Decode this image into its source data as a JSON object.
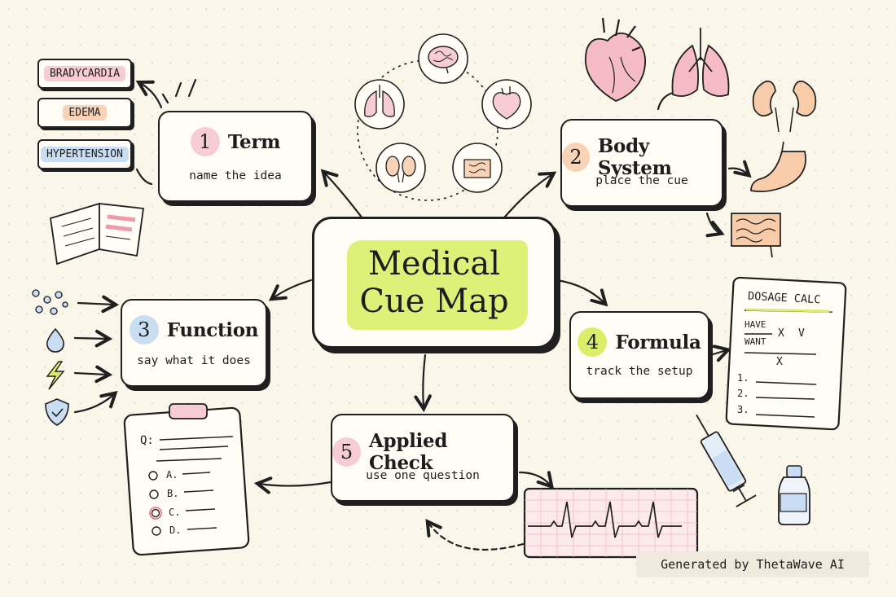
{
  "center": {
    "line1": "Medical",
    "line2": "Cue Map"
  },
  "nodes": [
    {
      "num": "1",
      "title": "Term",
      "subtitle": "name the idea",
      "color": "#f7cdd3"
    },
    {
      "num": "2",
      "title": "Body System",
      "subtitle": "place the cue",
      "color": "#f8d3b5"
    },
    {
      "num": "3",
      "title": "Function",
      "subtitle": "say what it does",
      "color": "#c9def2"
    },
    {
      "num": "4",
      "title": "Formula",
      "subtitle": "track the setup",
      "color": "#d9ef6a"
    },
    {
      "num": "5",
      "title": "Applied Check",
      "subtitle": "use one question",
      "color": "#f7cdd3"
    }
  ],
  "term_tags": [
    {
      "label": "BRADYCARDIA",
      "color": "#f7cdd3"
    },
    {
      "label": "EDEMA",
      "color": "#f8d3b5"
    },
    {
      "label": "HYPERTENSION",
      "color": "#c9def2"
    }
  ],
  "dosage": {
    "title": "DOSAGE CALC",
    "have": "HAVE",
    "want": "WANT",
    "times1": "X",
    "v": "V",
    "times2": "X",
    "items": [
      "1.",
      "2.",
      "3."
    ]
  },
  "quiz": {
    "q": "Q:",
    "options": [
      "A.",
      "B.",
      "C.",
      "D."
    ]
  },
  "credit": "Generated by ThetaWave AI",
  "icons": [
    "lungs-icon",
    "brain-icon",
    "heart-icon",
    "kidney-icon",
    "intestine-icon",
    "stomach-icon",
    "book-icon",
    "molecule-icon",
    "droplet-icon",
    "lightning-icon",
    "shield-icon",
    "clipboard-icon",
    "ecg-icon",
    "syringe-icon",
    "vial-icon"
  ]
}
